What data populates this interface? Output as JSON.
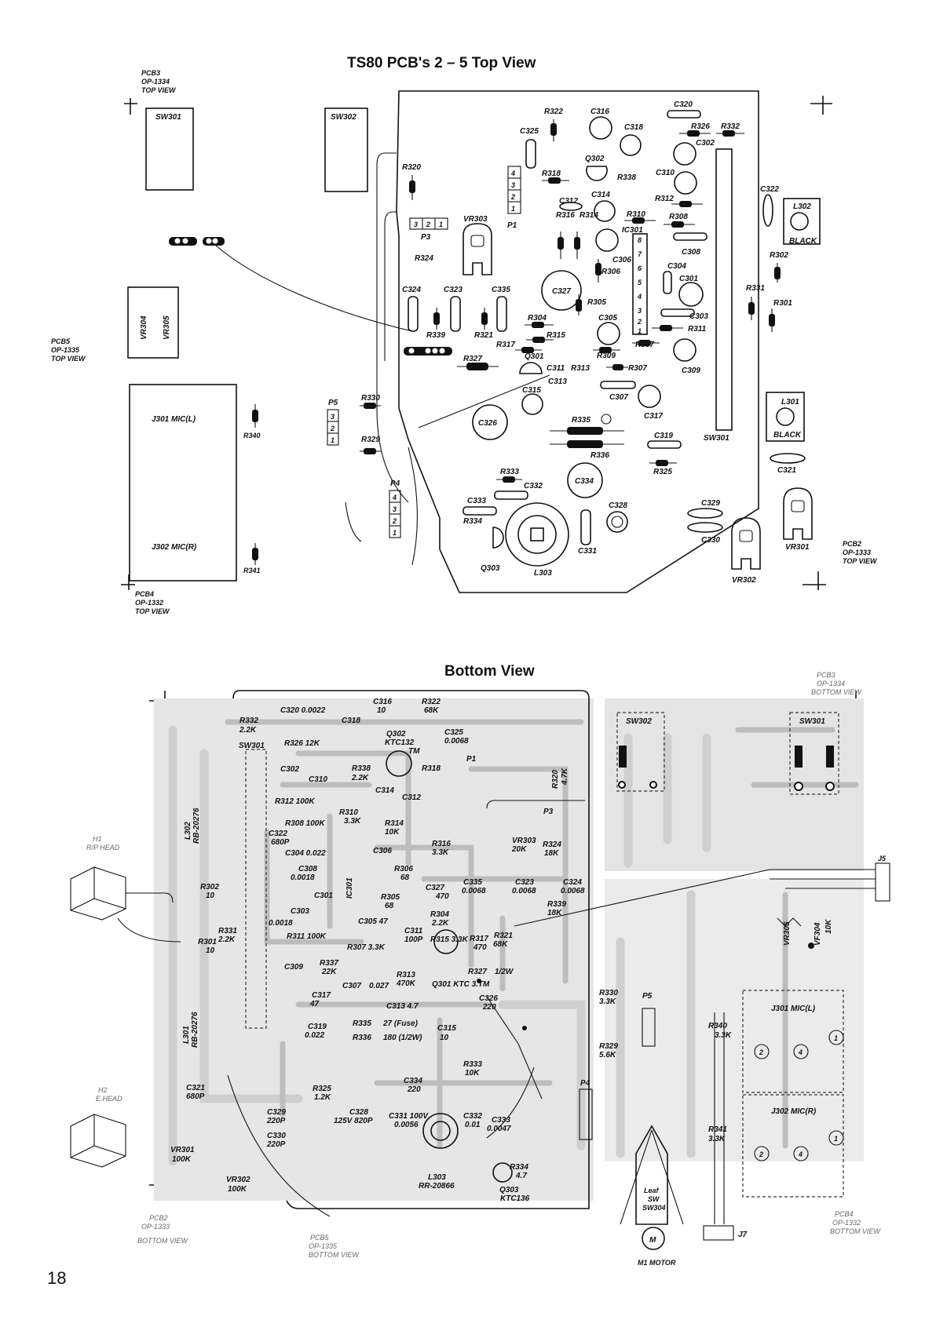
{
  "page": {
    "title_top": "TS80 PCB's 2 – 5 Top View",
    "title_bottom": "Bottom View",
    "page_number": "18"
  },
  "top_view": {
    "pcb3": [
      "PCB3",
      "OP-1334",
      "TOP VIEW"
    ],
    "pcb5": [
      "PCB5",
      "OP-1335",
      "TOP VIEW"
    ],
    "pcb4": [
      "PCB4",
      "OP-1332",
      "TOP VIEW"
    ],
    "pcb2": [
      "PCB2",
      "OP-1333",
      "TOP VIEW"
    ],
    "parts": {
      "sw301": "SW301",
      "sw302": "SW302",
      "vr304": "VR304",
      "vr305": "VR305",
      "j301": "J301  MIC(L)",
      "j302": "J302  MIC(R)",
      "r340": "R340",
      "r341": "R341",
      "p5": "P5",
      "p4": "P4",
      "p3": "P3",
      "p1": "P1",
      "r324": "R324",
      "vr303": "VR303",
      "r320": "R320",
      "r322": "R322",
      "c316": "C316",
      "c318": "C318",
      "c320": "C320",
      "r326": "R326",
      "r332": "R332",
      "c302": "C302",
      "c325": "C325",
      "q302": "Q302",
      "r318": "R318",
      "r338": "R338",
      "c310": "C310",
      "c312": "C312",
      "c314": "C314",
      "r312": "R312",
      "r310": "R310",
      "ic301": "IC301",
      "r308": "R308",
      "r316": "R316",
      "r314": "R314",
      "c306": "C306",
      "c308": "C308",
      "r306": "R306",
      "c304": "C304",
      "c301": "C301",
      "c324": "C324",
      "c323": "C323",
      "c335": "C335",
      "c327": "C327",
      "r305": "R305",
      "c303": "C303",
      "r339": "R339",
      "r321": "R321",
      "r304": "R304",
      "c305": "C305",
      "r311": "R311",
      "r315": "R315",
      "r317": "R317",
      "r337": "R337",
      "r327": "R327",
      "q301": "Q301",
      "r309": "R309",
      "c311": "C311",
      "r313": "R313",
      "r307": "R307",
      "c309": "C309",
      "c313": "C313",
      "c307": "C307",
      "c315": "C315",
      "c317": "C317",
      "r330": "R330",
      "r329": "R329",
      "c326": "C326",
      "r335": "R335",
      "r336": "R336",
      "c319": "C319",
      "r325": "R325",
      "sw301b": "SW301",
      "r333": "R333",
      "c332": "C332",
      "c334": "C334",
      "c333": "C333",
      "r334": "R334",
      "q303": "Q303",
      "l303": "L303",
      "c331": "C331",
      "c328": "C328",
      "c329": "C329",
      "c330": "C330",
      "vr302": "VR302",
      "vr301": "VR301",
      "c322": "C322",
      "l302": "L302",
      "black1": "BLACK",
      "r302": "R302",
      "r331": "R331",
      "r301": "R301",
      "l301": "L301",
      "black2": "BLACK",
      "c321": "C321"
    }
  },
  "bottom_view": {
    "pcb3": [
      "PCB3",
      "OP-1334",
      "BOTTOM VIEW"
    ],
    "pcb2": [
      "PCB2",
      "OP-1333",
      "BOTTOM VIEW"
    ],
    "pcb4": [
      "PCB4",
      "OP-1332",
      "BOTTOM VIEW"
    ],
    "pcb5": [
      "PCB5",
      "OP-1335",
      "BOTTOM VIEW"
    ],
    "parts": {
      "c320": "C320  0.0022",
      "r332": "R332",
      "r332v": "2.2K",
      "sw301": "SW301",
      "r326": "R326  12K",
      "c316": "C316",
      "c316v": "10",
      "r322": "R322",
      "r322v": "68K",
      "c318": "C318",
      "q302": "Q302",
      "q302v": "KTC132",
      "q302m": "TM",
      "c325": "C325",
      "c325v": "0.0068",
      "c302": "C302",
      "c310": "C310",
      "r338": "R338",
      "r338v": "2.2K",
      "r318": "R318",
      "p1": "P1",
      "r312": "R312  100K",
      "c314": "C314",
      "c312": "C312",
      "r308": "R308  100K",
      "r310": "R310",
      "r310v": "3.3K",
      "r314": "R314",
      "r314v": "10K",
      "r316": "R316",
      "r316v": "3.3K",
      "c322": "C322",
      "c322v": "680P",
      "h1": "H1",
      "h1v": "R/P HEAD",
      "l302": "L302",
      "l302v": "RB-20276",
      "r302": "R302",
      "r302v": "10",
      "c304": "C304  0.022",
      "c308": "C308",
      "c308v": "0.0018",
      "c306": "C306",
      "r306": "R306",
      "r306v": "68",
      "c327": "C327",
      "c327v": "470",
      "r305": "R305",
      "r305v": "68",
      "c303": "C303",
      "c303v": "0.0018",
      "c301": "C301",
      "ic301": "IC301",
      "c305": "C305  47",
      "r304": "R304",
      "r304v": "2.2K",
      "r311": "R311  100K",
      "r331": "R331",
      "r331v": "2.2K",
      "r301": "R301",
      "r301v": "10",
      "r307": "R307  3.3K",
      "r337": "R337",
      "r337v": "22K",
      "c309": "C309",
      "c307": "C307",
      "c307v": "0.027",
      "r315": "R315  3.3K",
      "c311": "C311",
      "c311v": "100P",
      "q301": "Q301  KTC 3.TM",
      "r313": "R313",
      "r313v": "470K",
      "c335": "C335",
      "c335v": "0.0068",
      "c323": "C323",
      "c323v": "0.0068",
      "c324": "C324",
      "c324v": "0.0068",
      "r339": "R339",
      "r339v": "18K",
      "r317": "R317",
      "r317v": "470",
      "r321": "R321",
      "r321v": "68K",
      "r327": "R327",
      "r327v": "1/2W",
      "vr303": "VR303",
      "vr303v": "20K",
      "p3": "P3",
      "r324": "R324",
      "r324v": "18K",
      "r320": "R320",
      "r320v": "4.7K",
      "sw302": "SW302",
      "sw301b": "SW301",
      "j5": "J5",
      "vr304": "VF304",
      "vr304v": "10K",
      "vr305": "VR305",
      "c317": "C317",
      "c317v": "47",
      "c313": "C313  4.7",
      "r335": "R335",
      "r335v": "27 (Fuse)",
      "r336": "R336",
      "r336v": "180 (1/2W)",
      "c315": "C315",
      "c315v": "10",
      "c319": "C319",
      "c319v": "0.022",
      "c326": "C326",
      "c326v": "220",
      "r330": "R330",
      "r330v": "3.3K",
      "p5": "P5",
      "r329": "R329",
      "r329v": "5.6K",
      "l301": "L301",
      "l301v": "RB-20276",
      "c321": "C321",
      "c321v": "680P",
      "h2": "H2",
      "h2v": "E.HEAD",
      "r325": "R325",
      "r325v": "1.2K",
      "c334": "C334",
      "c334v": "220",
      "r333": "R333",
      "r333v": "10K",
      "c329": "C329",
      "c329v": "220P",
      "c328": "C328",
      "c328v": "125V 820P",
      "c331": "C331  100V",
      "c331v": "0.0056",
      "c332": "C332",
      "c332v": "0.01",
      "c333": "C333",
      "c333v": "0.0047",
      "c330": "C330",
      "c330v": "220P",
      "vr301": "VR301",
      "vr301v": "100K",
      "vr302": "VR302",
      "vr302v": "100K",
      "l303": "L303",
      "l303v": "RR-20866",
      "r334": "R334",
      "r334v": "4.7",
      "q303": "Q303",
      "q303v": "KTC136",
      "p4": "P4",
      "leaf": "Leaf",
      "leafsw": "SW",
      "sw304": "SW304",
      "m1": "M1 MOTOR",
      "m": "M",
      "j7": "J7",
      "j301": "J301  MIC(L)",
      "j302": "J302  MIC(R)",
      "r340": "R340",
      "r340v": "3.3K",
      "r341": "R341",
      "r341v": "3.3K",
      "pin2": "2",
      "pin4": "4",
      "pin1": "1",
      "p_1": "1",
      "p_2": "2",
      "p_3": "3",
      "p_4": "4"
    }
  }
}
